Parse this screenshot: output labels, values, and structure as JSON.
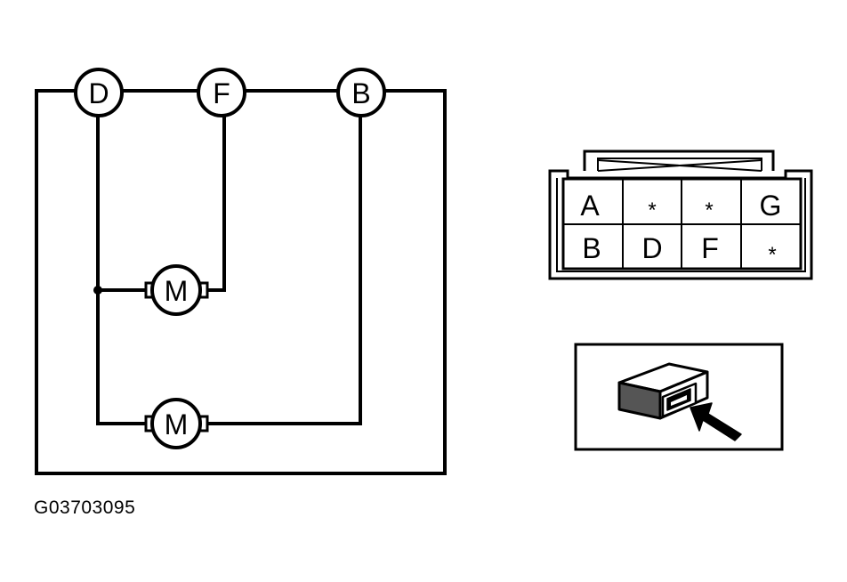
{
  "schematic": {
    "terminals": [
      {
        "id": "terminal-d",
        "label": "D"
      },
      {
        "id": "terminal-f",
        "label": "F"
      },
      {
        "id": "terminal-b",
        "label": "B"
      }
    ],
    "motors": [
      {
        "id": "motor-upper",
        "label": "M"
      },
      {
        "id": "motor-lower",
        "label": "M"
      }
    ]
  },
  "connector": {
    "pins": [
      [
        "A",
        "*",
        "*",
        "G"
      ],
      [
        "B",
        "D",
        "F",
        "*"
      ]
    ]
  },
  "figure_id": "G03703095"
}
